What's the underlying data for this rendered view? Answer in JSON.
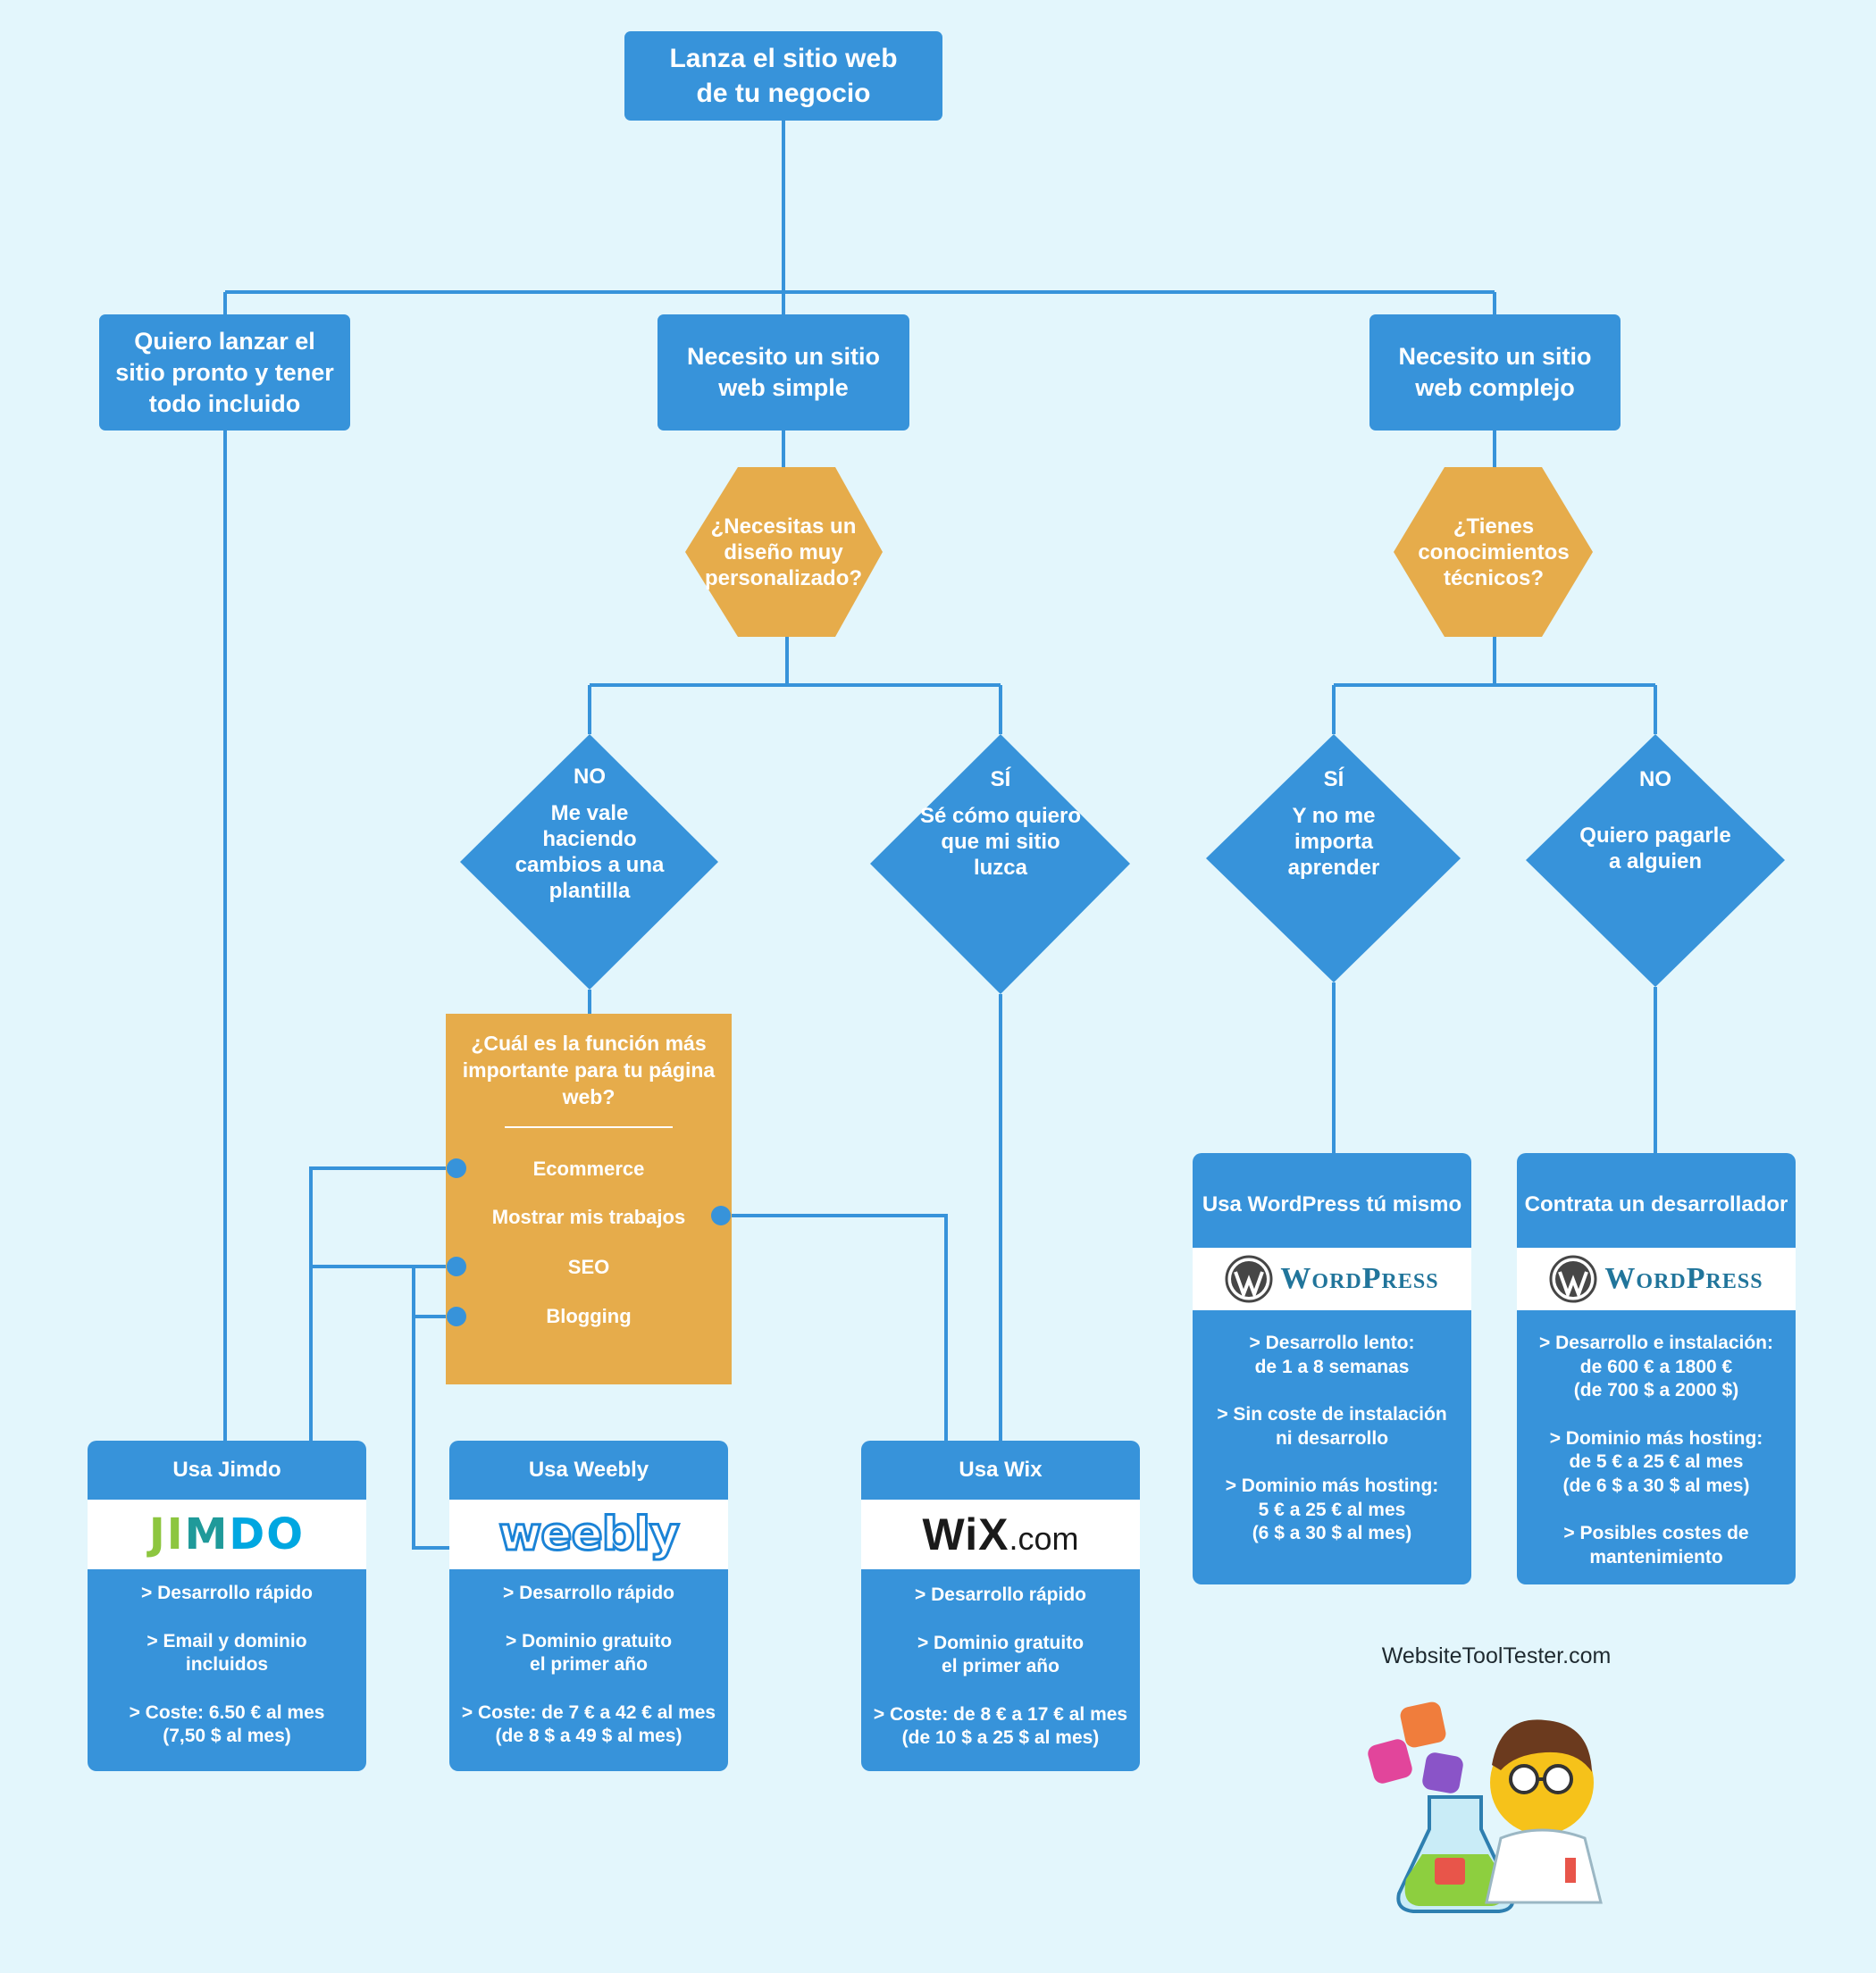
{
  "root": "Lanza el sitio web\nde tu negocio",
  "branches": {
    "left": "Quiero lanzar el\nsitio pronto y tener\ntodo incluido",
    "middle": "Necesito un sitio\nweb simple",
    "right": "Necesito un sitio\nweb complejo"
  },
  "hexagons": {
    "middle": "¿Necesitas un\ndiseño muy\npersonalizado?",
    "right": "¿Tienes\nconocimientos\ntécnicos?"
  },
  "diamonds": {
    "template": {
      "tag": "NO",
      "text": "Me vale\nhaciendo\ncambios a una\nplantilla"
    },
    "custom": {
      "tag": "SÍ",
      "text": "Sé cómo quiero\nque mi sitio\nluzca"
    },
    "learn": {
      "tag": "SÍ",
      "text": "Y no me\nimporta\naprender"
    },
    "pay": {
      "tag": "NO",
      "text": "Quiero pagarle\na alguien"
    }
  },
  "function_question": {
    "title": "¿Cuál es la función más\nimportante para tu página\nweb?",
    "options": [
      "Ecommerce",
      "Mostrar mis trabajos",
      "SEO",
      "Blogging"
    ]
  },
  "cards": {
    "jimdo": {
      "title": "Usa Jimdo",
      "logo_text": "JIMDO",
      "lines": [
        "> Desarrollo rápido",
        "> Email y dominio\nincluidos",
        "> Coste: 6.50 € al mes\n(7,50 $ al mes)"
      ]
    },
    "weebly": {
      "title": "Usa Weebly",
      "logo_text": "weebly",
      "lines": [
        "> Desarrollo rápido",
        "> Dominio gratuito\nel primer año",
        "> Coste: de 7 € a 42 € al mes\n(de 8 $ a 49 $ al mes)"
      ]
    },
    "wix": {
      "title": "Usa Wix",
      "logo_main": "WiX",
      "logo_suffix": ".com",
      "lines": [
        "> Desarrollo rápido",
        "> Dominio gratuito\nel primer año",
        "> Coste: de 8 € a 17 € al mes\n(de 10 $ a 25 $ al mes)"
      ]
    },
    "wp_self": {
      "title": "Usa WordPress tú mismo",
      "logo_text": "WordPress",
      "lines": [
        ">  Desarrollo lento:\nde 1 a 8 semanas",
        "> Sin coste de instalación\nni desarrollo",
        "> Dominio más hosting:\n5 € a 25 € al mes\n(6 $ a 30 $ al mes)"
      ]
    },
    "wp_dev": {
      "title": "Contrata un desarrollador",
      "logo_text": "WordPress",
      "lines": [
        "> Desarrollo e instalación:\nde 600 € a 1800 €\n(de 700 $ a 2000 $)",
        "> Dominio más hosting:\nde 5 € a 25 € al mes\n(de 6 $ a 30 $ al mes)",
        "> Posibles costes de\nmantenimiento"
      ]
    }
  },
  "credit": "WebsiteToolTester.com",
  "colors": {
    "background": "#e3f6fc",
    "blue": "#3793da",
    "orange": "#e6ac4b",
    "jimdo_green": "#8dc63f",
    "jimdo_blue": "#00a7e1",
    "weebly_blue": "#1b83d6",
    "wordpress_blue": "#21759b"
  },
  "icons": [
    "wordpress-icon",
    "mascot-icon"
  ]
}
